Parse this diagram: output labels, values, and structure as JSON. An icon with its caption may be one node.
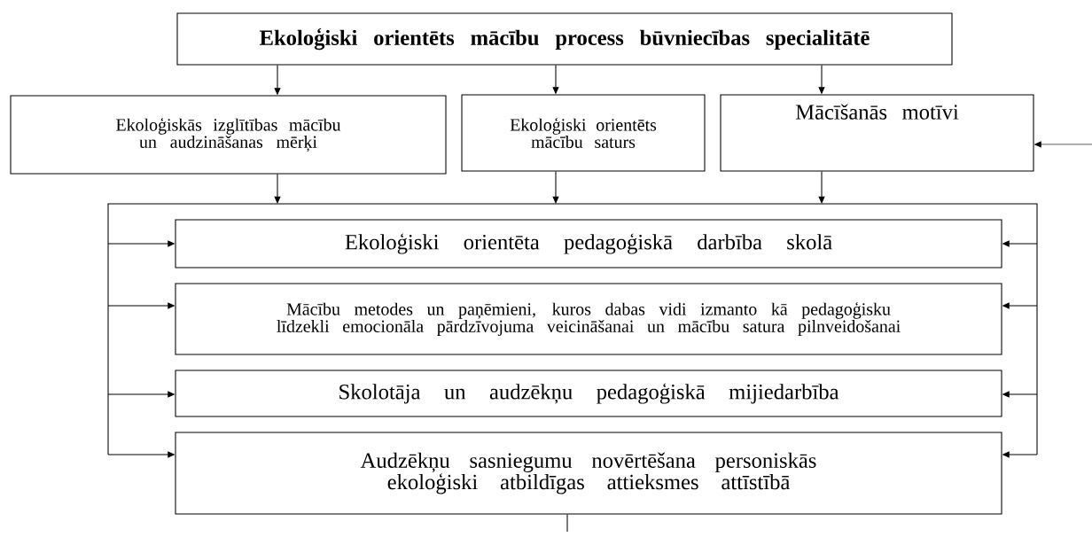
{
  "diagram": {
    "nodes": [
      {
        "text": [
          "Ekoloģiski orientēts mācību process būvniecības specialitātē"
        ]
      },
      {
        "text": [
          "Ekoloģiskās izglītības mācību un audzināšanas mērķi"
        ]
      },
      {
        "text": [
          "Ekoloģiski orientēts mācību saturs"
        ]
      },
      {
        "text": [
          "Mācīšanās motīvi"
        ]
      },
      {
        "text": [],
        "shape": "box"
      },
      {
        "text": [
          "Ekoloģiski orientēta pedagoģiskā darbība skolā"
        ],
        "in": 4
      },
      {
        "text": [
          "Mācību metodes un paņēmieni, kuros dabas vidi izmanto kā pedagoģisku līdzekli emocionāla pārdzīvojuma veicināšanai un mācību satura pilnveidošanai"
        ],
        "in": 4
      },
      {
        "text": [
          "Skolotāja un audzēkņu pedagoģiskā mijiedarbība"
        ],
        "in": 4
      },
      {
        "text": [
          "Audzēkņu sasniegumu novērtēšana personiskās ekoloģiski atbildīgas attieksmes attīstībā"
        ]
      }
    ],
    "edges": [
      {
        "from": 0,
        "to": 1,
        "arrow": "to"
      },
      {
        "from": 0,
        "to": 2,
        "arrow": "to"
      },
      {
        "from": 0,
        "to": 3,
        "arrow": "to"
      },
      {
        "from": null,
        "to": 3,
        "arrow": "to"
      },
      {
        "from": 1,
        "to": 4,
        "arrow": "to"
      },
      {
        "from": 2,
        "to": 4,
        "arrow": "to"
      },
      {
        "from": 3,
        "to": 4,
        "arrow": "to"
      },
      {
        "from": 4,
        "to": 5,
        "arrow": "to"
      },
      {
        "from": 4,
        "to": 6,
        "arrow": "to"
      },
      {
        "from": 4,
        "to": 7,
        "arrow": "to"
      },
      {
        "from": 4,
        "to": 8,
        "arrow": "to"
      },
      {
        "from": 4,
        "to": 5,
        "arrow": "to"
      },
      {
        "from": 4,
        "to": 6,
        "arrow": "to"
      },
      {
        "from": 4,
        "to": 7,
        "arrow": "to"
      },
      {
        "from": 4,
        "to": 8,
        "arrow": "to"
      },
      {
        "from": 8,
        "to": null,
        "arrow": "none"
      }
    ]
  }
}
